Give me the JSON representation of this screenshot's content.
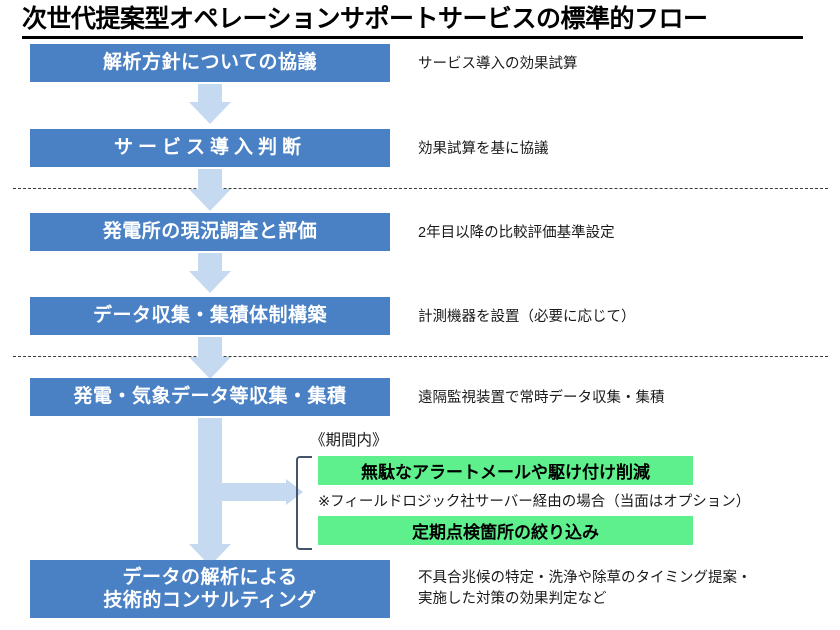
{
  "title": "次世代提案型オペレーションサポートサービスの標準的フロー",
  "steps": [
    {
      "id": "consultation",
      "label": "解析方針についての協議",
      "note": "サービス導入の効果試算"
    },
    {
      "id": "adoption-decision",
      "label": "サービス導入判断",
      "note": "効果試算を基に協議"
    },
    {
      "id": "site-survey",
      "label": "発電所の現況調査と評価",
      "note": "2年目以降の比較評価基準設定"
    },
    {
      "id": "data-collection-setup",
      "label": "データ収集・集積体制構築",
      "note": "計測機器を設置（必要に応じて）"
    },
    {
      "id": "data-accumulation",
      "label": "発電・気象データ等収集・集積",
      "note": "遠隔監視装置で常時データ収集・集積"
    },
    {
      "id": "consulting",
      "label_line1": "データの解析による",
      "label_line2": "技術的コンサルティング",
      "note": "不具合兆候の特定・洗浄や除草のタイミング提案・\n実施した対策の効果判定など"
    }
  ],
  "branch": {
    "period_label": "《期間内》",
    "outcomes": [
      {
        "id": "alert-reduction",
        "label": "無駄なアラートメールや駆け付け削減"
      },
      {
        "id": "inspection-narrowing",
        "label": "定期点検箇所の絞り込み"
      }
    ],
    "footnote": "※フィールドロジック社サーバー経由の場合（当面はオプション）"
  },
  "colors": {
    "process_box": "#4a80c4",
    "highlight_box": "#5ef08c",
    "arrow": "#c5d9f1",
    "bracket": "#44546a",
    "divider": "#3a3a3a",
    "text_dark": "#000000",
    "text_light": "#ffffff"
  }
}
